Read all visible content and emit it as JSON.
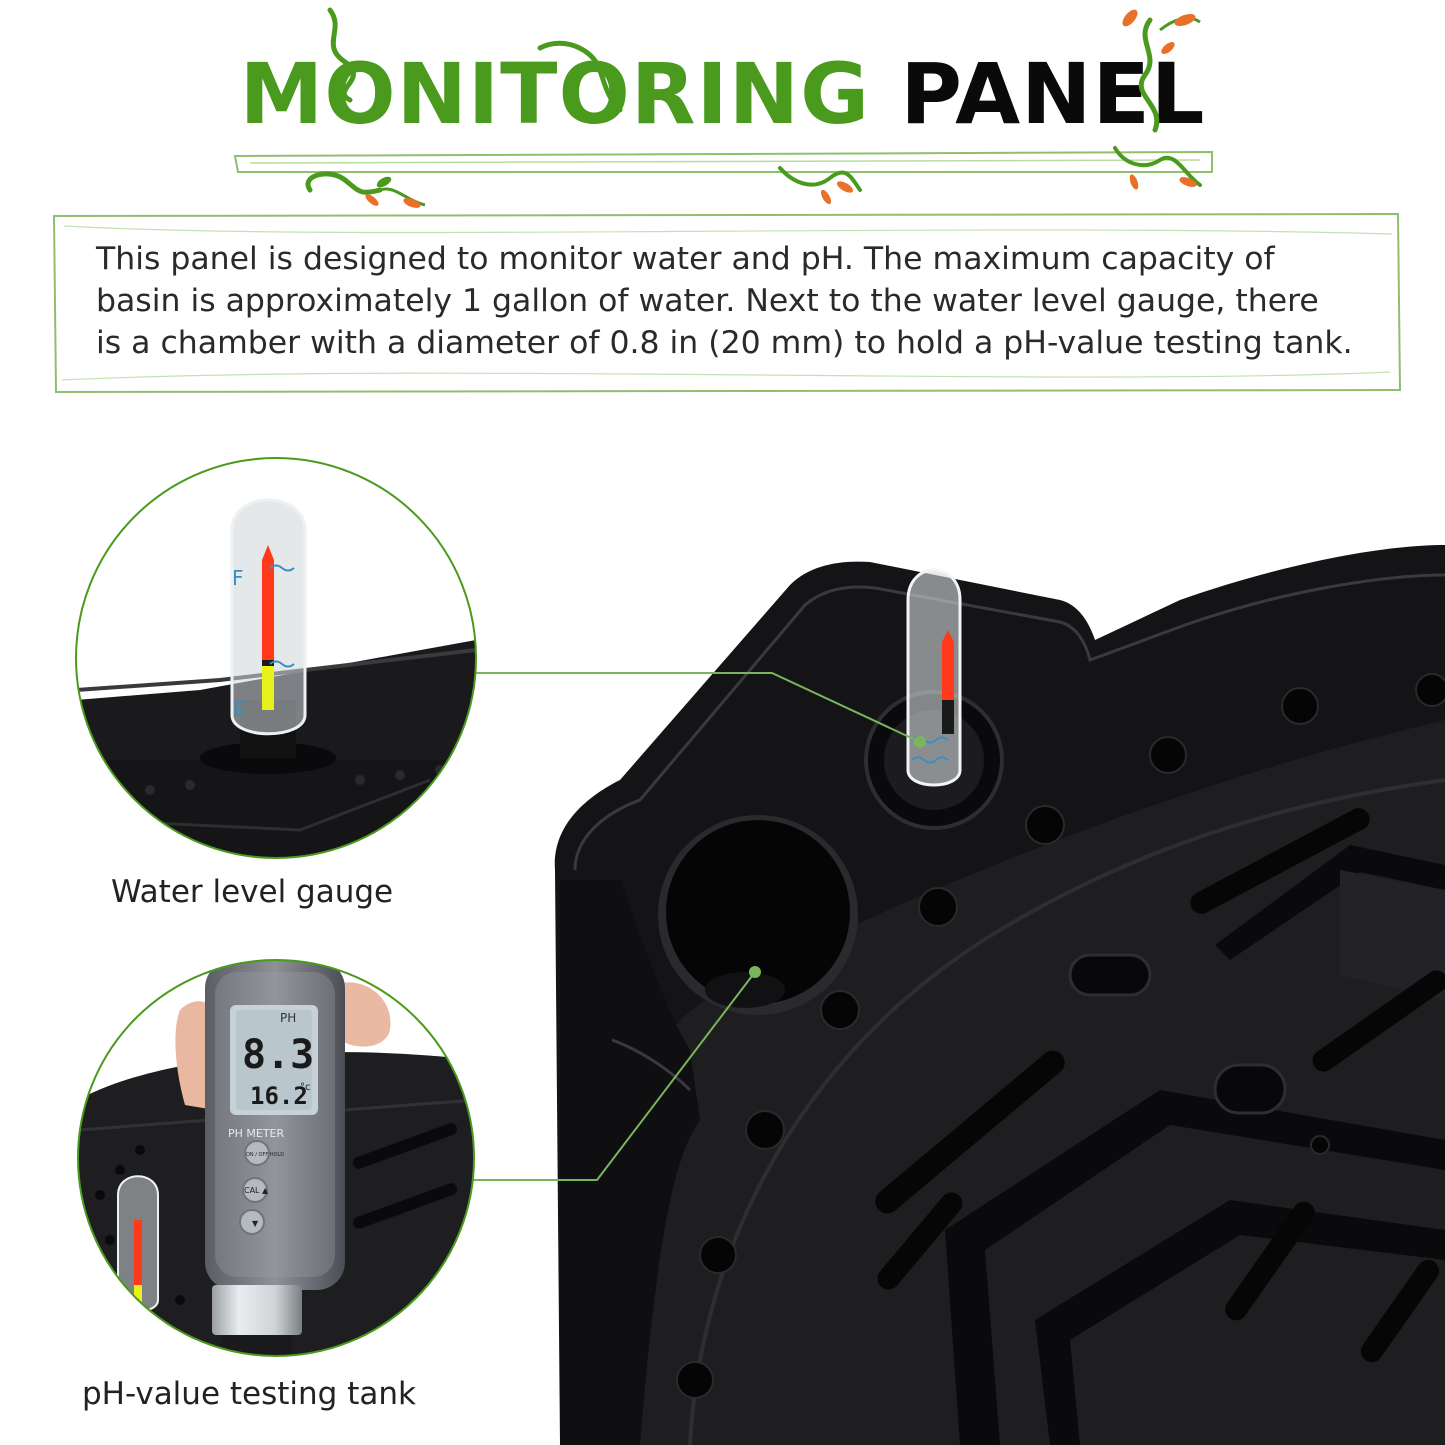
{
  "header": {
    "title_green": "MONITORING",
    "title_black": "PANEL"
  },
  "description": {
    "line1": "This panel is designed to monitor water and pH. The maximum capacity of",
    "line2": "basin is approximately 1 gallon of water. Next to the water level gauge, there",
    "line3": "is a chamber with a diameter of 0.8 in (20 mm) to hold a pH-value testing tank."
  },
  "callouts": {
    "water_level_gauge": "Water level gauge",
    "ph_testing_tank": "pH-value testing tank"
  },
  "gauge_marks": {
    "full": "F",
    "empty": "E"
  },
  "ph_meter": {
    "ph_label": "PH",
    "ph_value": "8.3",
    "temp_value": "16.2",
    "temp_unit": "°c",
    "brand": "PH METER",
    "button1": "ON / OFF HOLD",
    "button2": "CAL ▲",
    "button3": "▼"
  },
  "colors": {
    "accent_green": "#4a9a1e",
    "line_green": "#7ab55c",
    "basin_black": "#151517",
    "float_red": "#ff3a1a",
    "float_yellow": "#e8f21a"
  }
}
